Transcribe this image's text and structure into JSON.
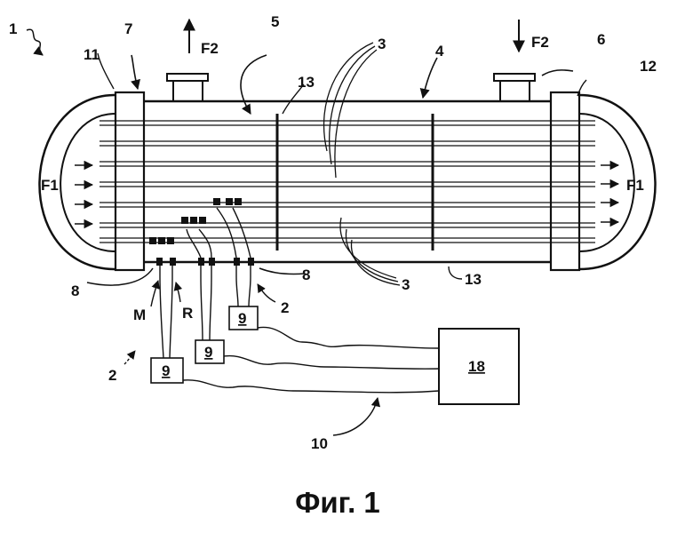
{
  "figure": {
    "caption": "Фиг. 1",
    "labels": {
      "device": "1",
      "sensor_unit": "2",
      "tubes": "3",
      "shell": "4",
      "shell_space": "5",
      "outlet_nozzle": "6",
      "inlet_nozzle": "7",
      "sensor_mount": "8",
      "transmitter": "9",
      "cable": "10",
      "left_head": "11",
      "right_head": "12",
      "baffle": "13",
      "control_unit": "18",
      "measurement": "M",
      "reference": "R",
      "flow_primary": "F1",
      "flow_secondary": "F2"
    }
  }
}
